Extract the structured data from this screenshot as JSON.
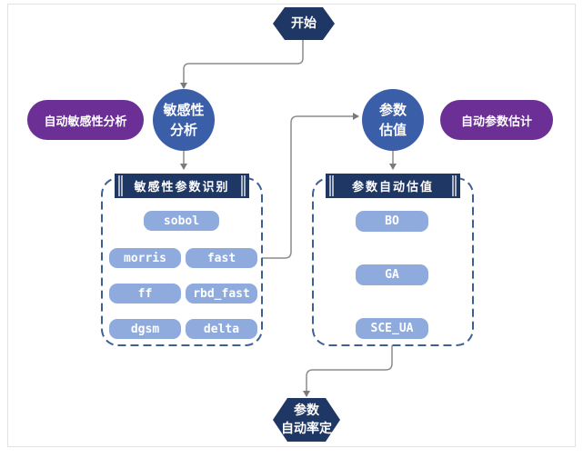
{
  "flow": {
    "start": "开始",
    "sensitivity_node": {
      "line1": "敏感性",
      "line2": "分析"
    },
    "estimation_node": {
      "line1": "参数",
      "line2": "估值"
    },
    "auto_sensitivity_badge": "自动敏感性分析",
    "auto_estimation_badge": "自动参数估计",
    "end": {
      "line1": "参数",
      "line2": "自动率定"
    }
  },
  "sensitivity_panel": {
    "title": "敏感性参数识别",
    "methods": [
      "sobol",
      "morris",
      "fast",
      "ff",
      "rbd_fast",
      "dgsm",
      "delta"
    ]
  },
  "estimation_panel": {
    "title": "参数自动估值",
    "methods": [
      "BO",
      "GA",
      "SCE_UA"
    ]
  },
  "colors": {
    "navy": "#1f3764",
    "circle_blue": "#3b5ea8",
    "purple": "#6b2f96",
    "pill_blue": "#8faadc",
    "dash_blue": "#3e5f95",
    "connector": "#8c8c8c"
  }
}
